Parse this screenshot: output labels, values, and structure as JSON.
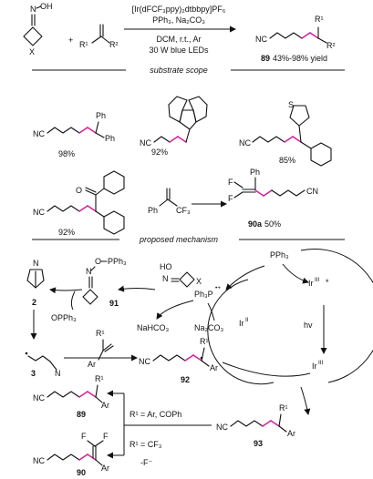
{
  "reaction": {
    "catalyst": "[Ir(dFCF₃ppy)₂dtbbpy]PF₆",
    "additives": "PPh₃, Na₂CO₃",
    "solvent": "DCM, r.t., Ar",
    "light": "30 W blue LEDs",
    "oxime_label": "N",
    "oxime_oh": "OH",
    "x_label": "X",
    "alkene_r1": "R¹",
    "alkene_r2": "R²",
    "plus": "+",
    "product_nc": "NC",
    "product_r1": "R¹",
    "product_r2": "R²",
    "product_id": "89",
    "product_yield": "43%-98% yield"
  },
  "scope": {
    "header": "substrate scope",
    "items": [
      {
        "nc": "NC",
        "sub1": "Ph",
        "sub2": "Ph",
        "yield": "98%"
      },
      {
        "nc": "NC",
        "yield": "92%"
      },
      {
        "nc": "NC",
        "hetero": "S",
        "yield": "85%"
      },
      {
        "nc": "NC",
        "carbonyl": "O",
        "yield": "92%"
      },
      {
        "f1": "F",
        "f2": "F",
        "ph": "Ph",
        "nc": "CN",
        "sm_ph": "Ph",
        "sm_cf3": "CF₃",
        "id": "90a",
        "yield": "50%"
      }
    ]
  },
  "mechanism": {
    "header": "proposed mechanism",
    "pph3": "PPh₃",
    "phosphoranyl": "Ph₃P",
    "phosphoranyl_charge": "•+",
    "ir_iii_star": "Ir",
    "ir_iii_star_sup": "III",
    "ir_iii_star_mark": "*",
    "ir_ii": "Ir",
    "ir_ii_sup": "II",
    "ir_iii": "Ir",
    "ir_iii_sup": "III",
    "hv": "hv",
    "nahco3": "NaHCO₃",
    "na2co3": "Na₂CO₃",
    "oxime_ho": "HO",
    "oxime_n": "N",
    "oxime_x": "X",
    "int91_label": "91",
    "int91_o": "O",
    "int91_p": "PPh₃",
    "int91_n": "N",
    "int2_label": "2",
    "int2_n": "N",
    "opph3": "OPPh₃",
    "int3_label": "3",
    "int3_n": "N",
    "alkene_r1": "R¹",
    "alkene_ar": "Ar",
    "int92_label": "92",
    "int92_nc": "NC",
    "int92_r1": "R¹",
    "int92_ar": "Ar",
    "int93_label": "93",
    "int93_nc": "NC",
    "int93_r1": "R¹",
    "int93_ar": "Ar",
    "cond_89": "R¹ = Ar, COPh",
    "cond_90": "R¹ = CF₃",
    "cond_90_loss": "-F⁻",
    "p89_label": "89",
    "p89_nc": "NC",
    "p89_r1": "R¹",
    "p89_ar": "Ar",
    "p90_label": "90",
    "p90_nc": "NC",
    "p90_f1": "F",
    "p90_f2": "F",
    "p90_ar": "Ar"
  }
}
